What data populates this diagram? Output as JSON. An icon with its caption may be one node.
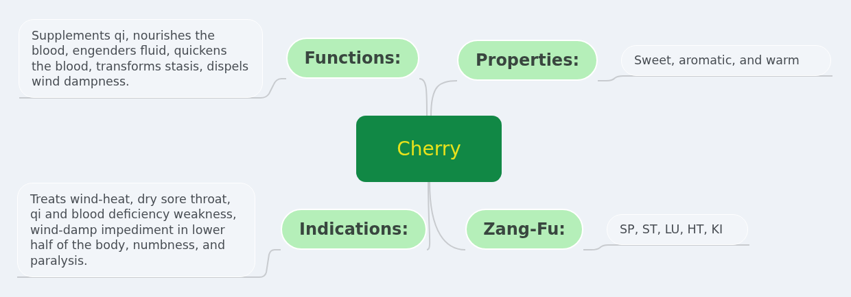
{
  "diagram": {
    "nodes": [
      {
        "text": [
          "Cherry"
        ]
      },
      {
        "text": [
          "Functions:"
        ]
      },
      {
        "text": [
          "Supplements qi, nourishes the blood, engenders fluid, quickens the blood, transforms stasis, dispels wind dampness."
        ]
      },
      {
        "text": [
          "Properties:"
        ]
      },
      {
        "text": [
          "Sweet, aromatic, and warm"
        ]
      },
      {
        "text": [
          "Indications:"
        ]
      },
      {
        "text": [
          "Treats wind-heat, dry sore throat, qi and blood deficiency weakness, wind-damp impediment in lower half of the body, numbness, and paralysis."
        ]
      },
      {
        "text": [
          "Zang-Fu:"
        ]
      },
      {
        "text": [
          "SP, ST, LU, HT, KI"
        ]
      }
    ],
    "edges": [
      {
        "from": 0,
        "to": 1,
        "arrow": "none"
      },
      {
        "from": 1,
        "to": 2,
        "arrow": "none"
      },
      {
        "from": 0,
        "to": 3,
        "arrow": "none"
      },
      {
        "from": 3,
        "to": 4,
        "arrow": "none"
      },
      {
        "from": 0,
        "to": 5,
        "arrow": "none"
      },
      {
        "from": 5,
        "to": 6,
        "arrow": "none"
      },
      {
        "from": 0,
        "to": 7,
        "arrow": "none"
      },
      {
        "from": 7,
        "to": 8,
        "arrow": "none"
      }
    ]
  }
}
